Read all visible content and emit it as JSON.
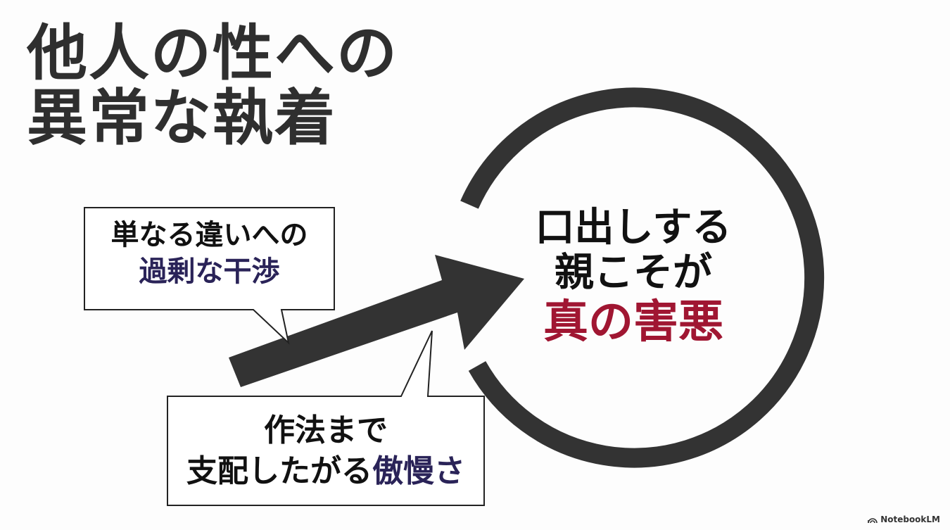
{
  "title": {
    "line1": "他人の性への",
    "line2": "異常な執着",
    "color": "#2f2f2f"
  },
  "bubble_top": {
    "line1": "単なる違いへの",
    "line2_highlight": "過剰な干渉",
    "highlight_color": "#2a2358"
  },
  "bubble_bottom": {
    "line1": "作法まで",
    "line2_prefix": "支配したがる",
    "line2_highlight": "傲慢さ",
    "highlight_color": "#2a2358"
  },
  "circle": {
    "line1": "口出しする",
    "line2": "親こそが",
    "line3_highlight": "真の害悪",
    "highlight_color": "#a01632",
    "stroke_color": "#333333"
  },
  "arrow": {
    "color": "#333333",
    "icon": "arrow-right-up-icon"
  },
  "branding": {
    "logo_icon": "notebooklm-logo-icon",
    "label": "NotebookLM"
  }
}
